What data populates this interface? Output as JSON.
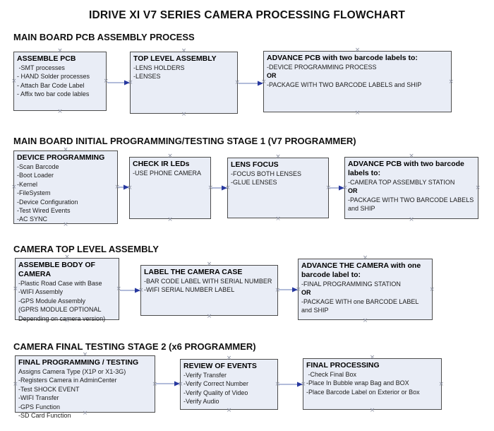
{
  "title": "IDRIVE XI V7 SERIES CAMERA PROCESSING FLOWCHART",
  "icons": {
    "connector_glyph": "×"
  },
  "colors": {
    "box_fill": "#e9edf6",
    "box_border": "#4c4c4c",
    "arrow_line": "#8593c4",
    "arrow_head": "#27389f",
    "handle": "#8b90a1"
  },
  "sections": [
    {
      "heading": "MAIN BOARD PCB ASSEMBLY PROCESS",
      "boxes": [
        {
          "title": "ASSEMBLE PCB",
          "lines": [
            " -SMT processes",
            "- HAND Solder processes",
            "- Attach Bar Code Label",
            "- Affix two bar code lables"
          ]
        },
        {
          "title": "TOP LEVEL ASSEMBLY",
          "lines": [
            "-LENS HOLDERS",
            "-LENSES"
          ]
        },
        {
          "title": "ADVANCE PCB with two barcode labels to:",
          "lines": [
            "-DEVICE PROGRAMMING PROCESS",
            "OR",
            "-PACKAGE WITH TWO BARCODE LABELS and SHIP"
          ]
        }
      ]
    },
    {
      "heading": "MAIN BOARD INITIAL PROGRAMMING/TESTING STAGE 1 (V7 PROGRAMMER)",
      "boxes": [
        {
          "title": "DEVICE PROGRAMMING",
          "lines": [
            "-Scan Barcode",
            "-Boot Loader",
            "-Kernel",
            "-FileSystem",
            "-Device Configuration",
            "-Test Wired Events",
            "-AC SYNC"
          ]
        },
        {
          "title": "CHECK IR LEDs",
          "lines": [
            "-USE PHONE CAMERA"
          ]
        },
        {
          "title": "LENS FOCUS",
          "lines": [
            "-FOCUS BOTH LENSES",
            "-GLUE LENSES"
          ]
        },
        {
          "title": "ADVANCE PCB with two barcode labels to:",
          "lines": [
            "-CAMERA TOP ASSEMBLY STATION",
            "OR",
            "-PACKAGE WITH TWO BARCODE LABELS and SHIP"
          ]
        }
      ]
    },
    {
      "heading": "CAMERA TOP LEVEL ASSEMBLY",
      "boxes": [
        {
          "title": "ASSEMBLE BODY OF CAMERA",
          "lines": [
            "-Plastic Road Case with Base",
            "-WIFI Assembly",
            "-GPS Module Assembly",
            "(GPRS MODULE OPTIONAL",
            "Depending on camera version)"
          ]
        },
        {
          "title": "LABEL THE CAMERA CASE",
          "lines": [
            "-BAR CODE LABEL WITH SERIAL NUMBER",
            "-WIFI SERIAL NUMBER LABEL"
          ]
        },
        {
          "title": "ADVANCE THE CAMERA with one barcode label to:",
          "lines": [
            "-FINAL PROGRAMMING STATION",
            "OR",
            "-PACKAGE WITH one BARCODE LABEL and SHIP"
          ]
        }
      ]
    },
    {
      "heading": "CAMERA FINAL TESTING STAGE 2 (x6 PROGRAMMER)",
      "boxes": [
        {
          "title": "FINAL PROGRAMMING / TESTING",
          "lines": [
            "Assigns Camera Type (X1P or X1-3G)",
            "-Registers Camera in AdminCenter",
            "-Test SHOCK EVENT",
            "-WIFI Transfer",
            "-GPS Function",
            "-SD Card Function"
          ]
        },
        {
          "title": "REVIEW OF EVENTS",
          "lines": [
            "-Verify Transfer",
            "-Verify Correct Number",
            "-Verify Quality of Video",
            "-Verify Audio"
          ]
        },
        {
          "title": "FINAL PROCESSING",
          "lines": [
            " -Check Final Box",
            "-Place In Bubble wrap Bag and BOX",
            "-Place Barcode Label on Exterior or Box"
          ]
        }
      ]
    }
  ]
}
